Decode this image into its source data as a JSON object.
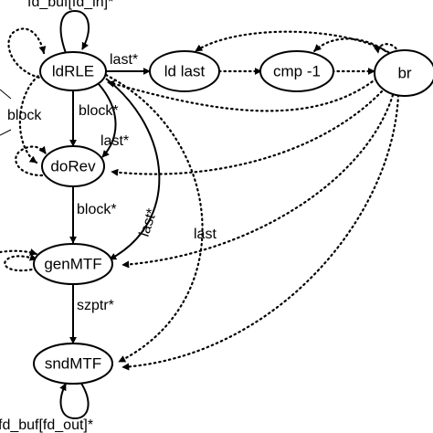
{
  "nodes": {
    "ldrle": "ldRLE",
    "ld_last": "ld last",
    "cmp": "cmp -1",
    "br": "br",
    "dorev": "doRev",
    "genmtf": "genMTF",
    "sndmtf": "sndMTF"
  },
  "edge_labels": {
    "fd_buf_in": "fd_buf[fd_in]*",
    "last_star_top": "last*",
    "block_left": "block",
    "block_star_1": "block*",
    "last_star_2": "last*",
    "block_star_2": "block*",
    "last_star_diag": "last*",
    "last_plain": "last",
    "szptr": "szptr*",
    "fd_buf_out": "fd_buf[fd_out]*"
  },
  "colors": {
    "stroke": "#000000",
    "background": "#ffffff"
  }
}
